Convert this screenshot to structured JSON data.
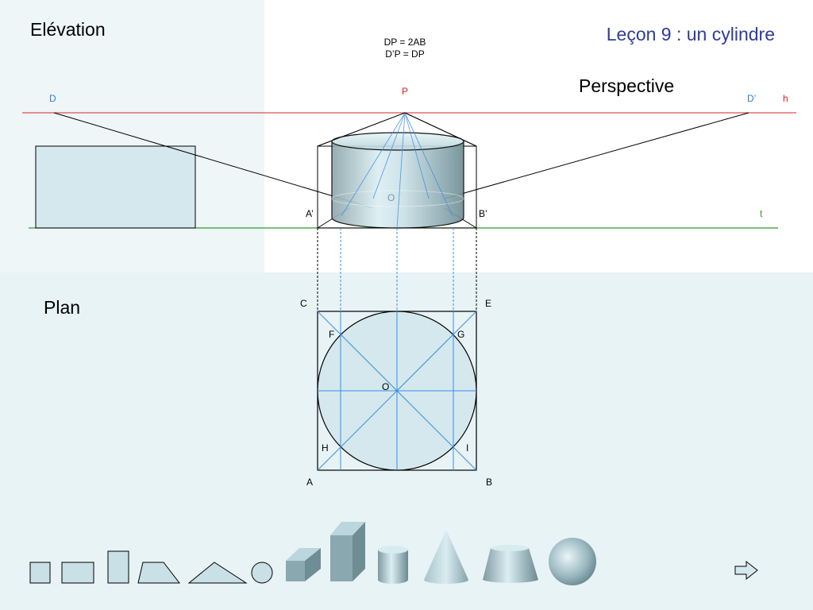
{
  "titles": {
    "elevation": "Elévation",
    "plan": "Plan",
    "perspective": "Perspective",
    "lesson": "Leçon 9 : un cylindre"
  },
  "formulas": {
    "line1": "DP = 2AB",
    "line2": "D’P = DP"
  },
  "labels": {
    "D": "D",
    "P": "P",
    "D_prime": "D’",
    "h": "h",
    "t": "t",
    "A_prime": "A’",
    "B_prime": "B’",
    "O_persp": "O",
    "C": "C",
    "E": "E",
    "F": "F",
    "G": "G",
    "O_plan": "O",
    "H": "H",
    "I": "I",
    "A": "A",
    "B": "B"
  },
  "colors": {
    "horizon_line": "#e05050",
    "ground_line": "#2e9b2e",
    "construction_blue": "#3a8ee6",
    "label_blue": "#2f7fd6",
    "label_red": "#e02020",
    "label_green": "#2e9b2e",
    "shape_fill": "#d4e8ee",
    "lesson_title": "#2e3b9c"
  },
  "toolbar": {
    "items": [
      "square-icon",
      "rectangle-icon",
      "tall-rectangle-icon",
      "trapezoid-icon",
      "triangle-icon",
      "circle-icon",
      "box-icon",
      "prism-icon",
      "cylinder-icon",
      "cone-icon",
      "frustum-icon",
      "sphere-icon"
    ],
    "next": "arrow-right-icon"
  }
}
